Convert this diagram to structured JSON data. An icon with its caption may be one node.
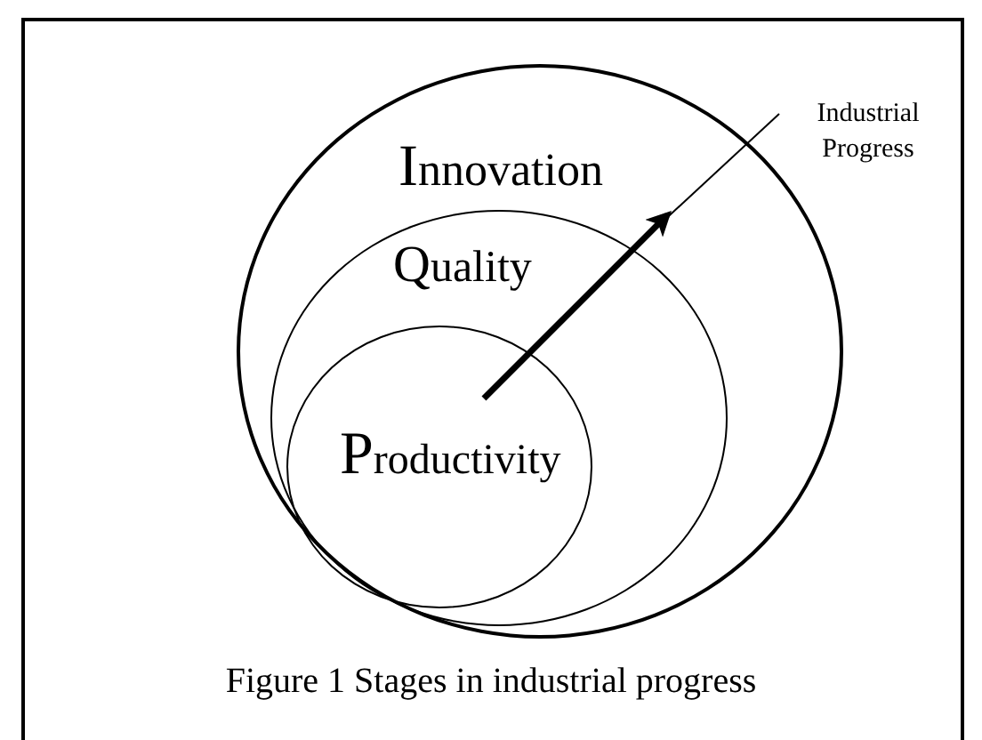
{
  "diagram": {
    "caption": "Figure 1 Stages in industrial progress",
    "nodes": [
      {
        "text": [
          "Innovation"
        ]
      },
      {
        "text": [
          "Quality"
        ],
        "in": 0
      },
      {
        "text": [
          "Productivity"
        ],
        "in": 1
      },
      {
        "text": [],
        "shape": "arrow",
        "in": 1
      },
      {
        "text": [
          "Industrial Progress"
        ]
      }
    ],
    "edges": [
      {
        "from": 4,
        "to": 3,
        "arrow": "none"
      }
    ]
  }
}
